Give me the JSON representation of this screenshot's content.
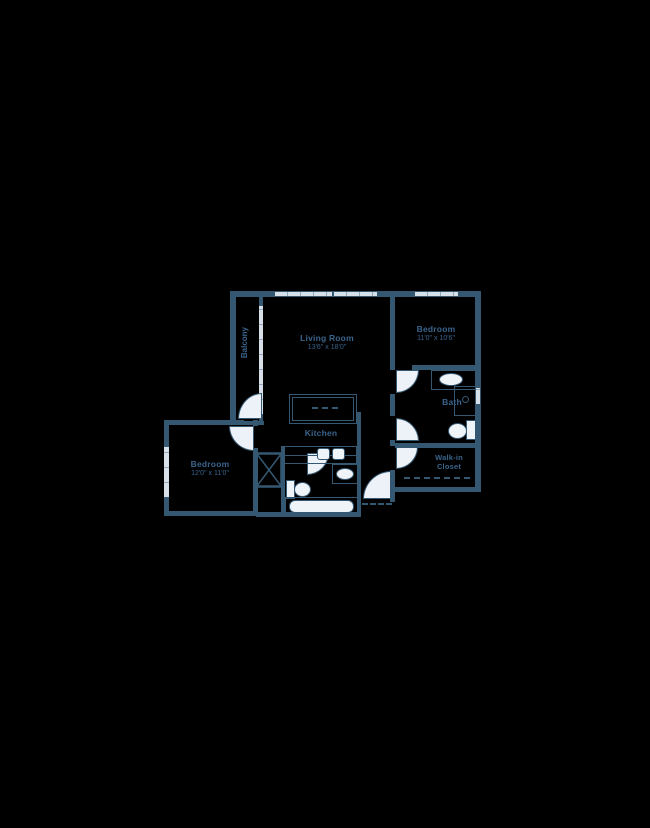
{
  "title": "Apartment floor plan",
  "colors": {
    "background": "#000000",
    "wall": "#355872",
    "window": "#D7E0E9",
    "fixture_fill": "#EFF4F8",
    "label_text": "#3A648C"
  },
  "rooms": {
    "living_room": {
      "name": "Living Room",
      "dims": "13'6\" x 18'0\""
    },
    "bedroom_top": {
      "name": "Bedroom",
      "dims": "11'0\" x 10'6\""
    },
    "bedroom_bottom": {
      "name": "Bedroom",
      "dims": "12'0\" x 11'0\""
    },
    "kitchen": {
      "name": "Kitchen"
    },
    "bath": {
      "name": "Bath"
    },
    "walk_in_closet": {
      "line1": "Walk-in",
      "line2": "Closet"
    },
    "balcony": {
      "name": "Balcony"
    }
  }
}
